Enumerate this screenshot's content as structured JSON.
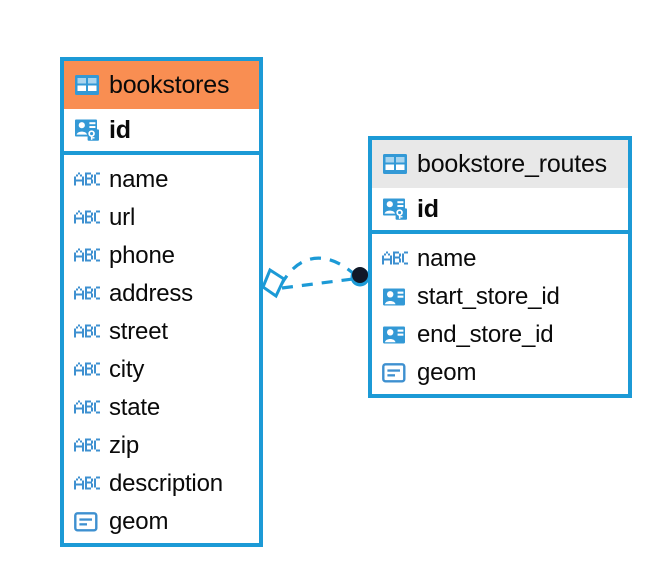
{
  "diagram": {
    "type": "entity-relationship-diagram",
    "background": "#ffffff",
    "accent_color": "#1c9ad6",
    "highlight_color": "#f98e52",
    "header_default_color": "#e8e8e8",
    "text_color": "#0a0a0a",
    "relationship_endpoint_color": "#111827"
  },
  "tables": [
    {
      "name": "bookstores",
      "header_icon": "table-icon",
      "header_color": "#f98e52",
      "selected": true,
      "primary_key": {
        "label": "id",
        "icon": "primary-key-icon"
      },
      "fields": [
        {
          "label": "name",
          "icon": "abc-text-icon"
        },
        {
          "label": "url",
          "icon": "abc-text-icon"
        },
        {
          "label": "phone",
          "icon": "abc-text-icon"
        },
        {
          "label": "address",
          "icon": "abc-text-icon"
        },
        {
          "label": "street",
          "icon": "abc-text-icon"
        },
        {
          "label": "city",
          "icon": "abc-text-icon"
        },
        {
          "label": "state",
          "icon": "abc-text-icon"
        },
        {
          "label": "zip",
          "icon": "abc-text-icon"
        },
        {
          "label": "description",
          "icon": "abc-text-icon"
        },
        {
          "label": "geom",
          "icon": "geometry-icon"
        }
      ]
    },
    {
      "name": "bookstore_routes",
      "header_icon": "table-icon",
      "header_color": "#e8e8e8",
      "selected": false,
      "primary_key": {
        "label": "id",
        "icon": "primary-key-icon"
      },
      "fields": [
        {
          "label": "name",
          "icon": "abc-text-icon"
        },
        {
          "label": "start_store_id",
          "icon": "foreign-key-icon"
        },
        {
          "label": "end_store_id",
          "icon": "foreign-key-icon"
        },
        {
          "label": "geom",
          "icon": "geometry-icon"
        }
      ]
    }
  ],
  "relationships": [
    {
      "name": "bookstores-to-bookstore-routes",
      "from_table": "bookstores",
      "to_table": "bookstore_routes",
      "line_style": "dashed",
      "from_marker": "diamond",
      "to_marker": "filled-circle",
      "color": "#1c9ad6"
    }
  ]
}
